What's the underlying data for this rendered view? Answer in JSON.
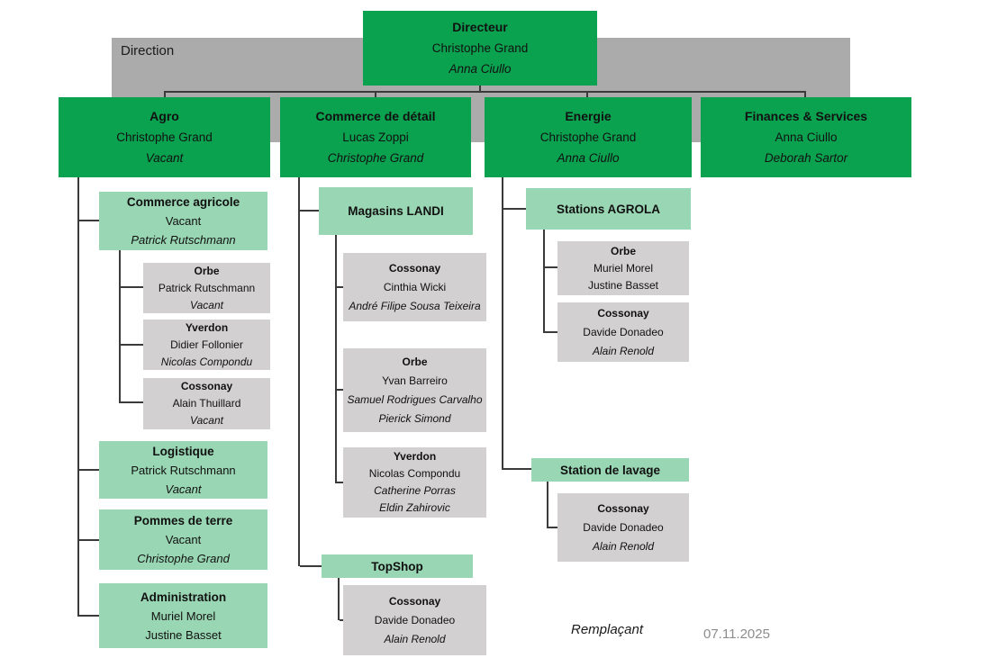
{
  "colors": {
    "dark_green": "#0ba24f",
    "light_green": "#99d6b3",
    "box_gray": "#d2d0d0",
    "band_gray": "#ababab",
    "line_color": "#3a3a3a",
    "date_gray": "#8c8c8c"
  },
  "band": {
    "label": "Direction"
  },
  "root": {
    "title": "Directeur",
    "line1": "Christophe Grand",
    "line2": "Anna Ciullo"
  },
  "departments": [
    {
      "title": "Agro",
      "line1": "Christophe Grand",
      "line2": "Vacant"
    },
    {
      "title": "Commerce de détail",
      "line1": "Lucas Zoppi",
      "line2": "Christophe Grand"
    },
    {
      "title": "Energie",
      "line1": "Christophe Grand",
      "line2": "Anna Ciullo"
    },
    {
      "title": "Finances & Services",
      "line1": "Anna Ciullo",
      "line2": "Deborah Sartor"
    }
  ],
  "units": [
    {
      "title": "Commerce agricole",
      "line1": "Vacant",
      "line2": "Patrick Rutschmann"
    },
    {
      "title": "Logistique",
      "line1": "Patrick Rutschmann",
      "line2": "Vacant"
    },
    {
      "title": "Pommes de terre",
      "line1": "Vacant",
      "line2": "Christophe Grand"
    },
    {
      "title": "Administration",
      "line1": "Muriel Morel",
      "line2": "Justine Basset"
    },
    {
      "title": "Magasins LANDI"
    },
    {
      "title": "TopShop"
    },
    {
      "title": "Stations AGROLA"
    },
    {
      "title": "Station de lavage"
    }
  ],
  "sites": [
    {
      "title": "Orbe",
      "line1": "Patrick Rutschmann",
      "line2": "Vacant"
    },
    {
      "title": "Yverdon",
      "line1": "Didier Follonier",
      "line2": "Nicolas Compondu"
    },
    {
      "title": "Cossonay",
      "line1": "Alain Thuillard",
      "line2": "Vacant"
    },
    {
      "title": "Cossonay",
      "line1": "Cinthia Wicki",
      "line2": "André Filipe Sousa Teixeira"
    },
    {
      "title": "Orbe",
      "line1": "Yvan Barreiro",
      "line2": "Samuel Rodrigues Carvalho",
      "line3": "Pierick Simond"
    },
    {
      "title": "Yverdon",
      "line1": "Nicolas Compondu",
      "line2": "Catherine Porras",
      "line3": "Eldin Zahirovic"
    },
    {
      "title": "Cossonay",
      "line1": "Davide Donadeo",
      "line2": "Alain Renold"
    },
    {
      "title": "Orbe",
      "line1": "Muriel Morel",
      "line2": "Justine Basset"
    },
    {
      "title": "Cossonay",
      "line1": "Davide Donadeo",
      "line2": "Alain Renold"
    },
    {
      "title": "Cossonay",
      "line1": "Davide Donadeo",
      "line2": "Alain Renold"
    }
  ],
  "footer": {
    "replacement_label": "Remplaçant",
    "date": "07.11.2025"
  }
}
